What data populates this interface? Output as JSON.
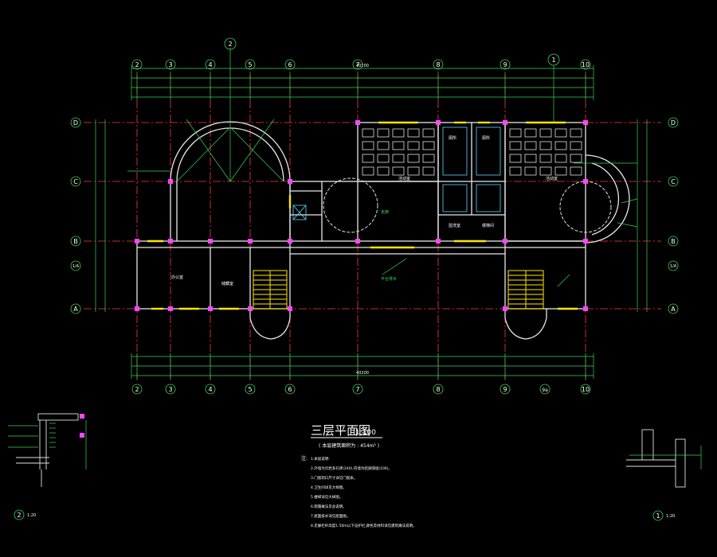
{
  "drawing": {
    "title": "三层平面图",
    "scale": "1:100",
    "area_note": "( 本层建筑面积为 : 454m² )",
    "notes_label": "注:",
    "notes": [
      "1.本层说明:",
      "2.外墙为页岩多孔砖(240),内墙为轻质隔墙(100)。",
      "3.门窗洞口尺寸详见门窗表。",
      "4.卫生间详见大样图。",
      "5.楼梯详见大样图。",
      "6.雨篷做法见总说明。",
      "7.屋面排水详见屋面图。",
      "8.走廊栏杆高度1.50m以下设护栏,颜色及材料详见建筑做法说明。"
    ]
  },
  "axes": {
    "columns": [
      "2",
      "3",
      "4",
      "5",
      "6",
      "7",
      "8",
      "9",
      "10"
    ],
    "rows": [
      "D",
      "C",
      "B",
      "A"
    ],
    "sub_column": "9a",
    "sub_row": "1/A",
    "callouts": [
      "2",
      "1"
    ]
  },
  "rooms": {
    "class_left": "活动室",
    "class_right": "活动室",
    "toilet_1": "厕所",
    "toilet_2": "厕所",
    "wash": "盥洗室",
    "stair_hall": "楼梯间",
    "office": "办公室",
    "storage": "储藏室",
    "corridor": "走廊",
    "balcony_note": "平台排水"
  },
  "dimensions": {
    "overall_top": "40200",
    "overall_bottom": "40200"
  },
  "details": {
    "left_label": "2",
    "left_scale": "1:20",
    "right_label": "1",
    "right_scale": "1:20"
  }
}
